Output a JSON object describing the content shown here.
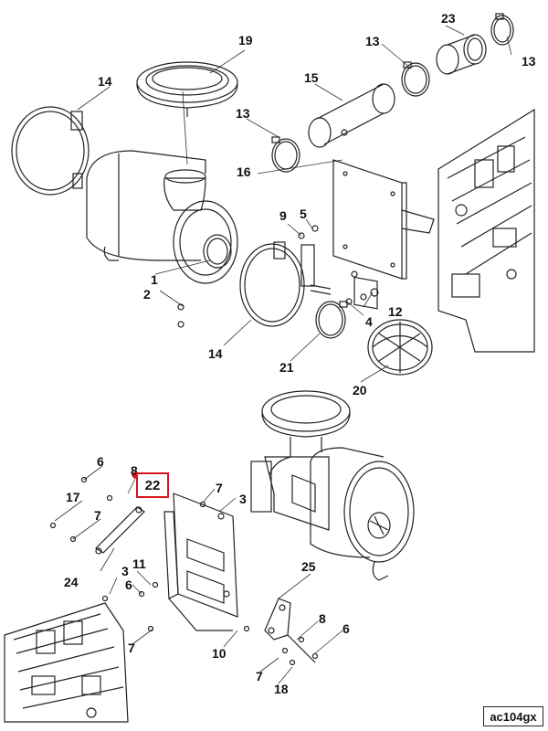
{
  "diagram": {
    "callouts_top": [
      "19",
      "23",
      "13",
      "13",
      "14",
      "15",
      "13",
      "16",
      "9",
      "5",
      "1",
      "2",
      "12",
      "4",
      "14",
      "21",
      "20"
    ],
    "callouts_bottom": [
      "6",
      "8",
      "22",
      "7",
      "17",
      "3",
      "7",
      "24",
      "3",
      "11",
      "6",
      "25",
      "8",
      "6",
      "7",
      "10",
      "7",
      "18"
    ],
    "highlighted_callout": "22",
    "reference_code": "ac104gx"
  }
}
